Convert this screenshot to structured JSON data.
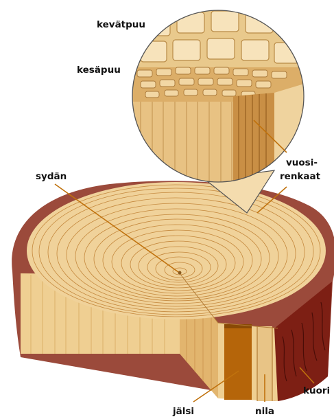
{
  "labels": {
    "kevatpuu": "kevätpuu",
    "kesapuu": "kesäpuu",
    "sydan": "sydän",
    "vuosirenkaat_line1": "vuosi-",
    "vuosirenkaat_line2": "renkaat",
    "jalsi": "jälsi",
    "nila": "nila",
    "kuori": "kuori"
  },
  "colors": {
    "wood": "#f0d29a",
    "wood_dark": "#e3bb76",
    "ring_line": "#c4883d",
    "bark": "#9b4a3b",
    "bark_inner": "#7d1f14",
    "cambium": "#b5650a",
    "leader": "#c0720d"
  }
}
